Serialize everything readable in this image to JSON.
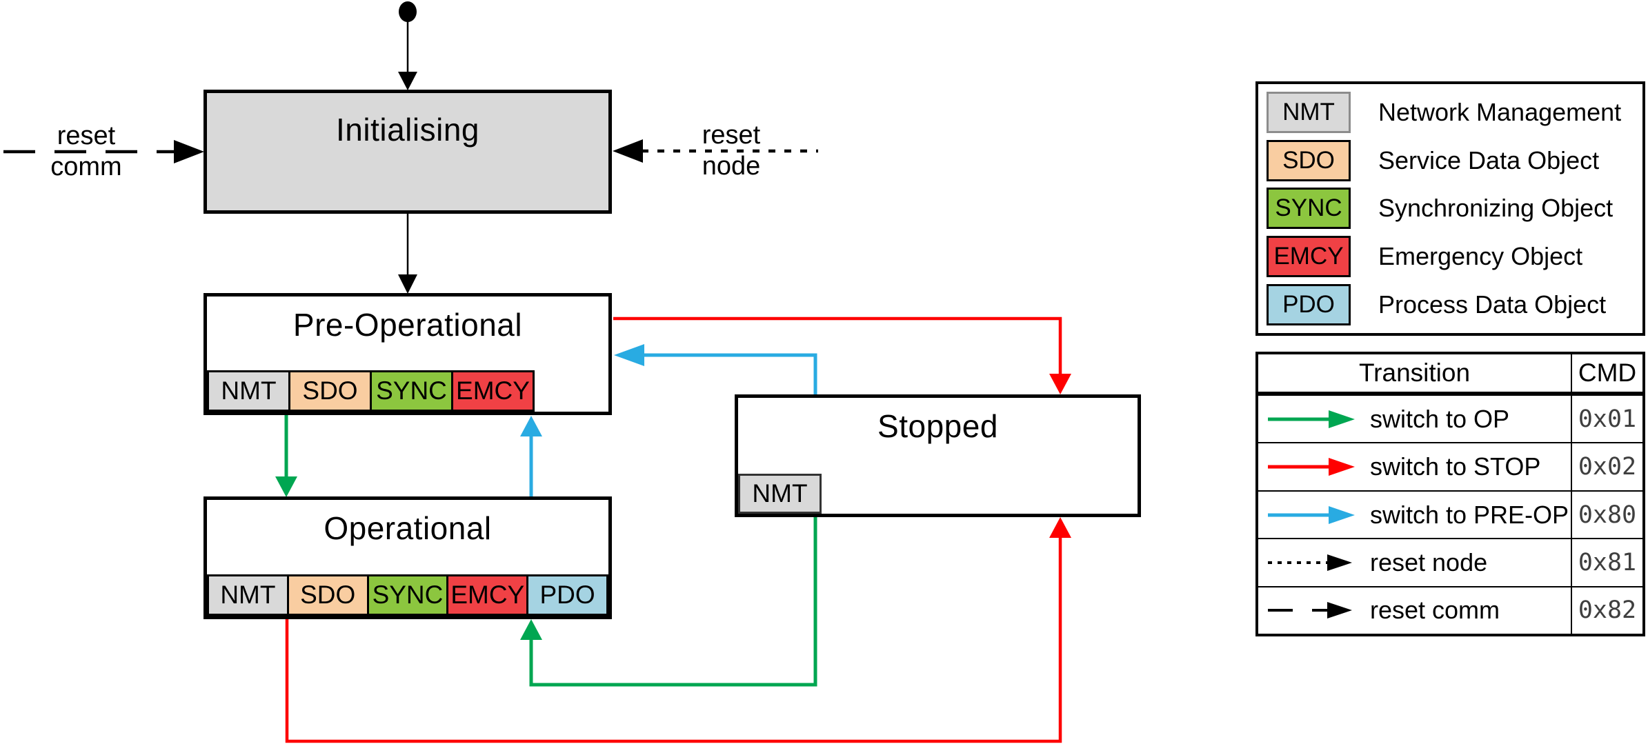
{
  "states": {
    "initialising": {
      "title": "Initialising",
      "services": []
    },
    "pre_operational": {
      "title": "Pre-Operational",
      "services": [
        "NMT",
        "SDO",
        "SYNC",
        "EMCY"
      ]
    },
    "operational": {
      "title": "Operational",
      "services": [
        "NMT",
        "SDO",
        "SYNC",
        "EMCY",
        "PDO"
      ]
    },
    "stopped": {
      "title": "Stopped",
      "services": [
        "NMT"
      ]
    }
  },
  "external_transitions": {
    "reset_comm": {
      "line1": "reset",
      "line2": "comm"
    },
    "reset_node": {
      "line1": "reset",
      "line2": "node"
    }
  },
  "legend": {
    "items": [
      {
        "code": "NMT",
        "label": "Network Management",
        "color": "#d9d9d9"
      },
      {
        "code": "SDO",
        "label": "Service Data Object",
        "color": "#f9cda1"
      },
      {
        "code": "SYNC",
        "label": "Synchronizing Object",
        "color": "#8cc63f"
      },
      {
        "code": "EMCY",
        "label": "Emergency Object",
        "color": "#f04145"
      },
      {
        "code": "PDO",
        "label": "Process Data Object",
        "color": "#a5d3e2"
      }
    ]
  },
  "transition_table": {
    "headers": {
      "transition": "Transition",
      "cmd": "CMD"
    },
    "rows": [
      {
        "transition": "switch to OP",
        "cmd": "0x01",
        "arrow": "green solid"
      },
      {
        "transition": "switch to STOP",
        "cmd": "0x02",
        "arrow": "red solid"
      },
      {
        "transition": "switch to PRE-OP",
        "cmd": "0x80",
        "arrow": "blue solid"
      },
      {
        "transition": "reset node",
        "cmd": "0x81",
        "arrow": "black dotted"
      },
      {
        "transition": "reset comm",
        "cmd": "0x82",
        "arrow": "black dashed"
      }
    ]
  },
  "colors": {
    "arrow_green": "#00a651",
    "arrow_red": "#fe0000",
    "arrow_blue": "#29abe2",
    "arrow_black": "#000000",
    "state_fill_init": "#d9d9d9",
    "state_fill_default": "#ffffff"
  }
}
